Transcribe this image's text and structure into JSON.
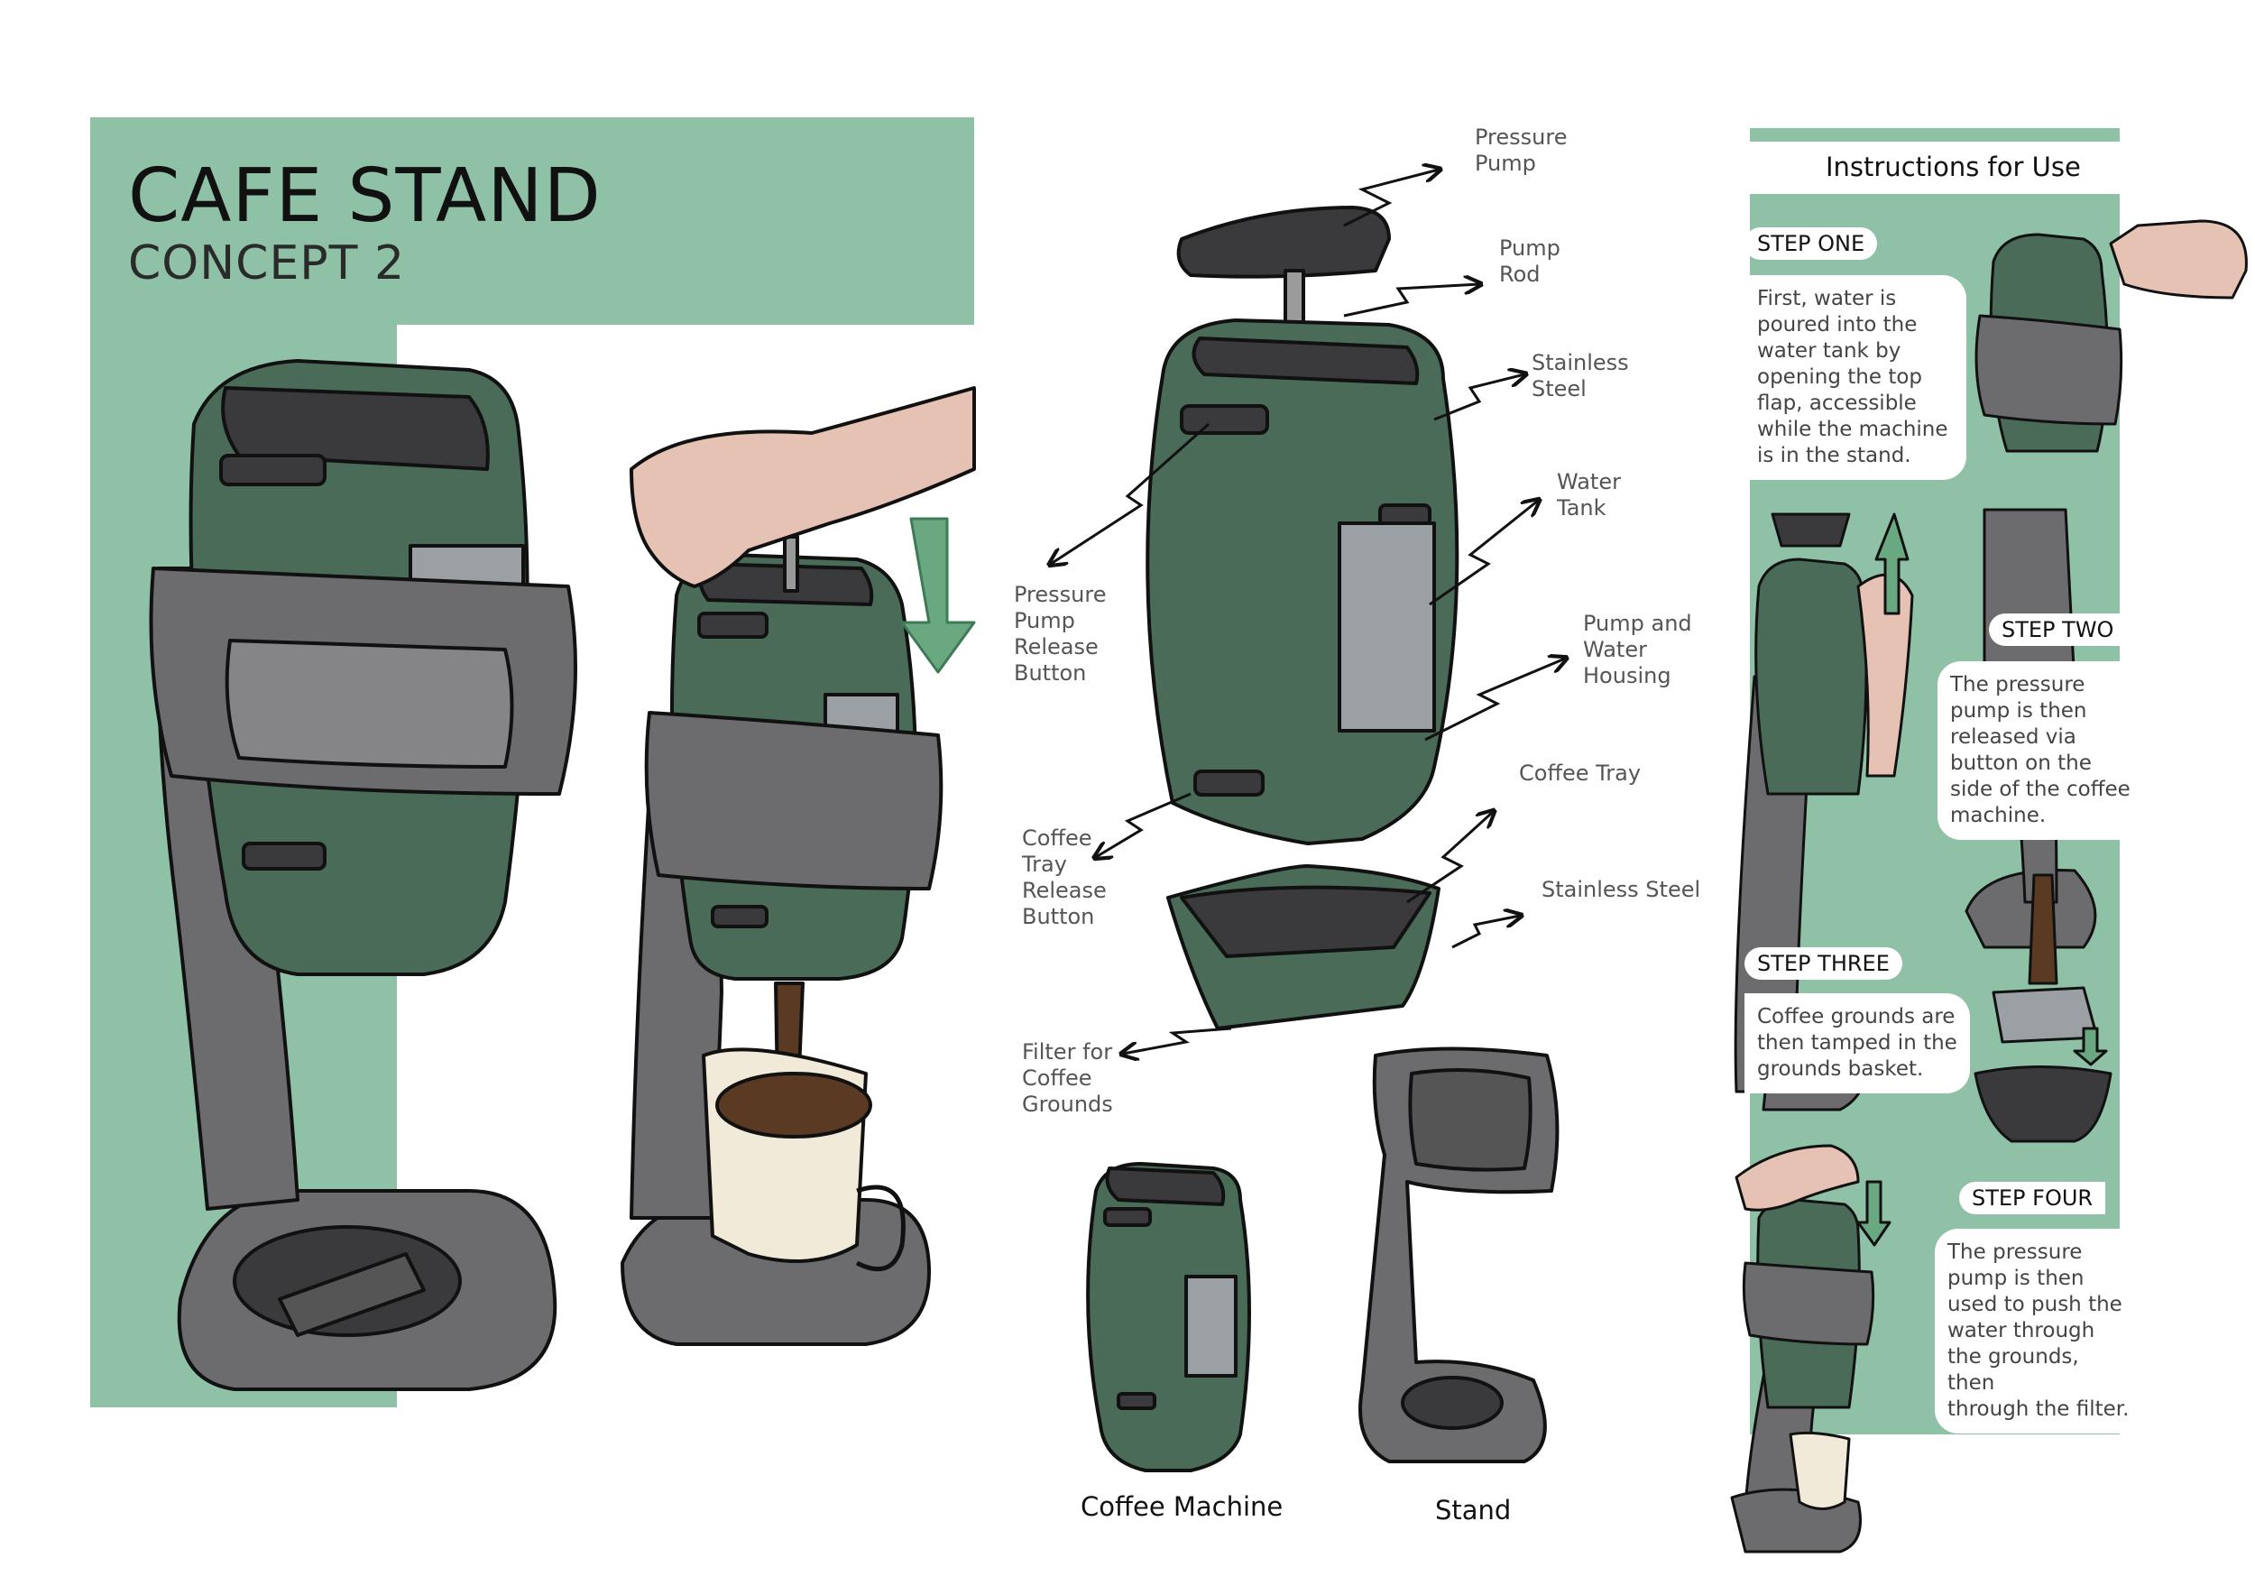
{
  "title": "CAFE STAND",
  "subtitle": "CONCEPT 2",
  "labels": {
    "pressure_pump": "Pressure\nPump",
    "pump_rod": "Pump\nRod",
    "stainless_steel_1": "Stainless\nSteel",
    "water_tank": "Water\nTank",
    "pump_water_housing": "Pump and\nWater\nHousing",
    "coffee_tray": "Coffee Tray",
    "stainless_steel_2": "Stainless Steel",
    "pressure_pump_release": "Pressure\nPump\nRelease\nButton",
    "coffee_tray_release": "Coffee\nTray\nRelease\nButton",
    "filter": "Filter for\nCoffee\nGrounds"
  },
  "captions": {
    "coffee_machine": "Coffee Machine",
    "stand": "Stand"
  },
  "instructions": {
    "title": "Instructions for Use",
    "steps": [
      {
        "label": "STEP ONE",
        "text": "First, water is\npoured into the\nwater tank by\nopening the top\nflap, accessible\nwhile the machine\nis in the stand."
      },
      {
        "label": "STEP TWO",
        "text": "The pressure\npump is then\nreleased via\nbutton on the\nside of the coffee\nmachine."
      },
      {
        "label": "STEP THREE",
        "text": "Coffee grounds are\nthen tamped in the\ngrounds basket."
      },
      {
        "label": "STEP FOUR",
        "text": "The pressure\npump is then\nused to push the\nwater through\nthe grounds, then\nthrough the filter."
      }
    ]
  },
  "colors": {
    "sage": "#8ec1a6",
    "machine_green": "#4a6b57",
    "machine_green_light": "#5d8369",
    "stand_grey": "#6c6c6e",
    "stand_grey_light": "#858587",
    "dark": "#3a3a3c",
    "skin": "#e5c2b3",
    "coffee": "#5a3a22",
    "cup": "#f1ead8"
  }
}
